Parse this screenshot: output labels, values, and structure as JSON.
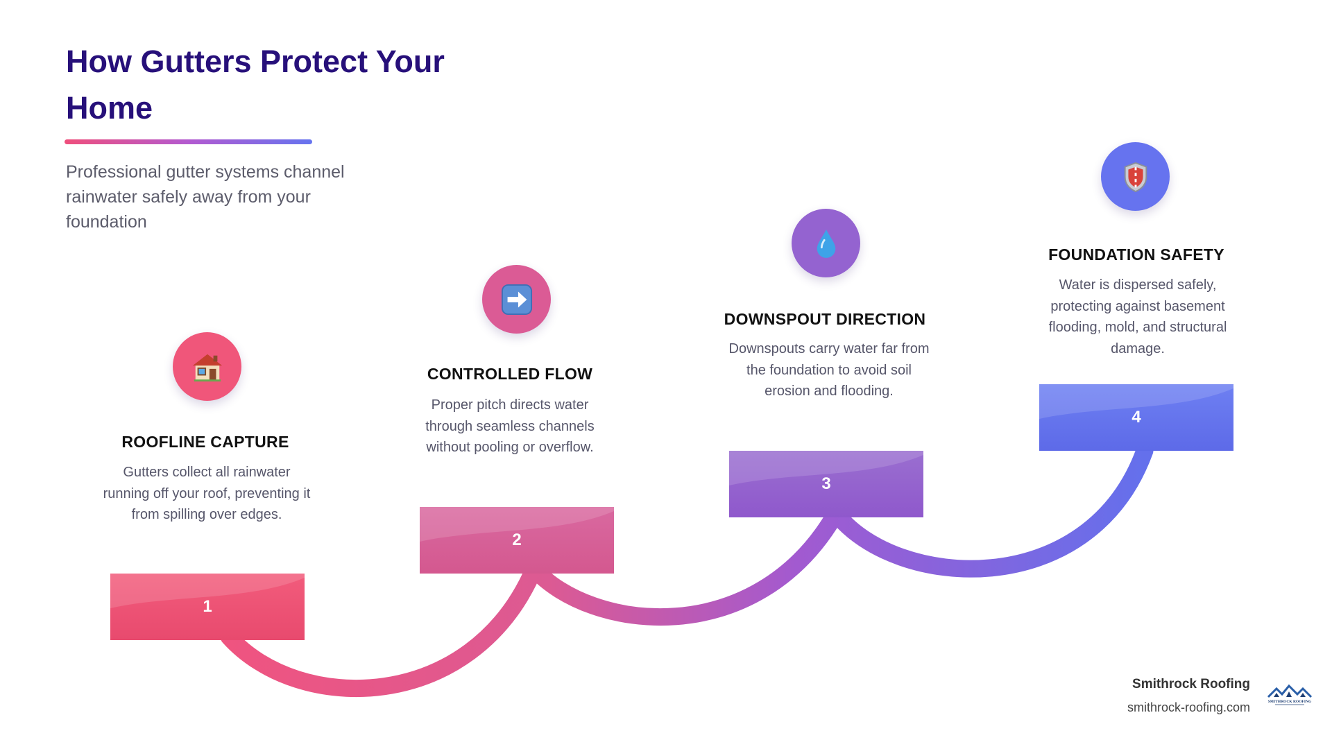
{
  "header": {
    "title": "How Gutters Protect Your Home",
    "subtitle": "Professional gutter systems channel rainwater safely away from your foundation"
  },
  "steps": [
    {
      "number": "1",
      "title": "ROOFLINE CAPTURE",
      "description": "Gutters collect all rainwater running off your roof, preventing it from spilling over edges.",
      "icon": "house-icon",
      "color": "#f0567a"
    },
    {
      "number": "2",
      "title": "CONTROLLED FLOW",
      "description": "Proper pitch directs water through seamless channels without pooling or overflow.",
      "icon": "right-arrow-icon",
      "color": "#db5b95"
    },
    {
      "number": "3",
      "title": "DOWNSPOUT DIRECTION",
      "description": "Downspouts carry water far from the foundation to avoid soil erosion and flooding.",
      "icon": "water-droplet-icon",
      "color": "#9463d0"
    },
    {
      "number": "4",
      "title": "FOUNDATION SAFETY",
      "description": "Water is dispersed safely, protecting against basement flooding, mold, and structural damage.",
      "icon": "shield-icon",
      "color": "#6673ef"
    }
  ],
  "brand": {
    "name": "Smithrock Roofing",
    "url": "smithrock-roofing.com",
    "logo_text": "SMITHROCK ROOFING"
  },
  "colors": {
    "title": "#27107a",
    "accent_start": "#ef4f7c",
    "accent_mid": "#b35ad0",
    "accent_end": "#6674ef"
  }
}
